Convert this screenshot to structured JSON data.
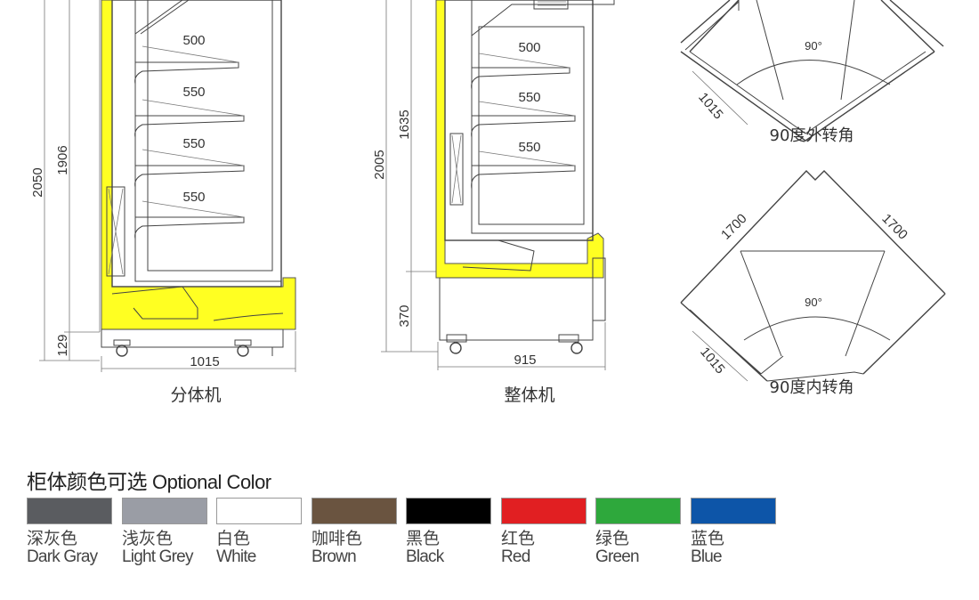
{
  "diagrams": {
    "split_unit": {
      "caption": "分体机",
      "shelf_labels": [
        "500",
        "550",
        "550",
        "550"
      ],
      "height_total": "2050",
      "height_upper": "1906",
      "height_base": "129",
      "width": "1015"
    },
    "integral_unit": {
      "caption": "整体机",
      "shelf_labels": [
        "500",
        "550",
        "550"
      ],
      "height_total": "2005",
      "height_upper": "1635",
      "height_base": "370",
      "width": "915"
    },
    "outer_corner": {
      "caption": "90度外转角",
      "angle": "90°",
      "depth": "1015"
    },
    "inner_corner": {
      "caption": "90度内转角",
      "angle": "90°",
      "depth": "1015",
      "side_a": "1700",
      "side_b": "1700"
    }
  },
  "colors": {
    "heading_cn": "柜体颜色可选",
    "heading_en": "Optional Color",
    "options": [
      {
        "cn": "深灰色",
        "en": "Dark Gray",
        "hex": "#5a5c60"
      },
      {
        "cn": "浅灰色",
        "en": "Light Grey",
        "hex": "#9a9da5"
      },
      {
        "cn": "白色",
        "en": "White",
        "hex": "#ffffff"
      },
      {
        "cn": "咖啡色",
        "en": "Brown",
        "hex": "#6a5440"
      },
      {
        "cn": "黑色",
        "en": "Black",
        "hex": "#000000"
      },
      {
        "cn": "红色",
        "en": "Red",
        "hex": "#e11f22"
      },
      {
        "cn": "绿色",
        "en": "Green",
        "hex": "#2ea83c"
      },
      {
        "cn": "蓝色",
        "en": "Blue",
        "hex": "#0d55a8"
      }
    ]
  }
}
